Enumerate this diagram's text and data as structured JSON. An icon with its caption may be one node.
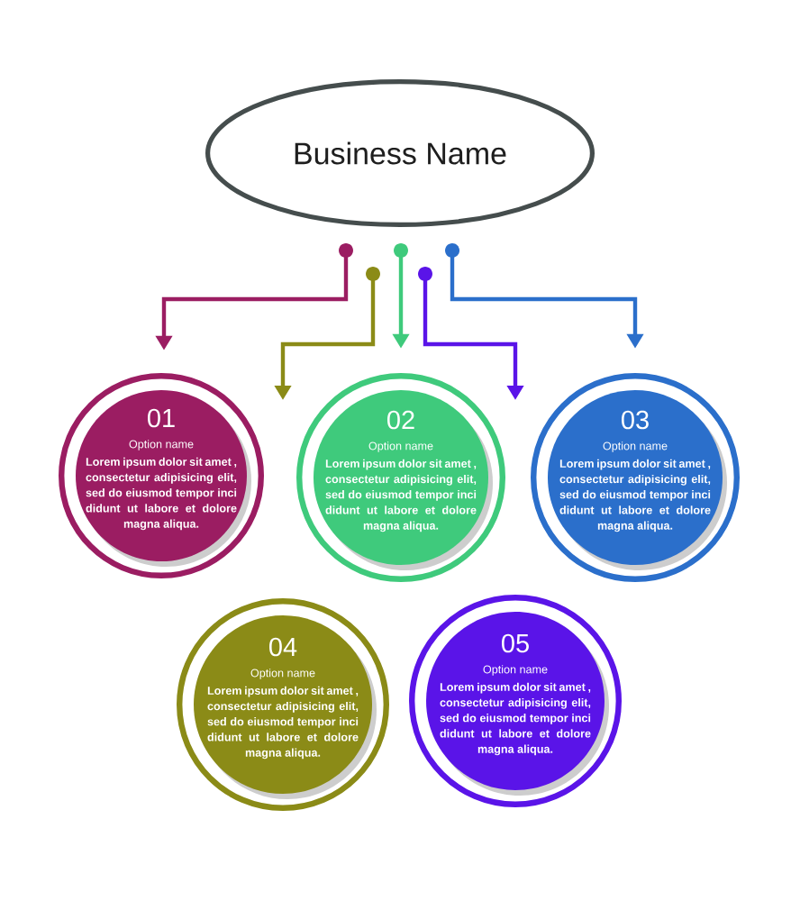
{
  "diagram": {
    "nodes": [
      {
        "text": [
          "Business Name"
        ]
      },
      {
        "text": [
          "01",
          "Option name",
          "Lorem ipsum dolor sit amet , consectetur adipisicing elit, sed do eiusmod tempor inci didunt ut labore et dolore magna aliqua."
        ]
      },
      {
        "text": [
          "02",
          "Option name",
          "Lorem ipsum dolor sit amet , consectetur adipisicing elit, sed do eiusmod tempor inci didunt ut labore et dolore magna aliqua."
        ]
      },
      {
        "text": [
          "03",
          "Option name",
          "Lorem ipsum dolor sit amet , consectetur adipisicing elit, sed do eiusmod tempor inci didunt ut labore et dolore magna aliqua."
        ]
      },
      {
        "text": [
          "04",
          "Option name",
          "Lorem ipsum dolor sit amet , consectetur adipisicing elit, sed do eiusmod tempor inci didunt ut labore et dolore magna aliqua."
        ]
      },
      {
        "text": [
          "05",
          "Option name",
          "Lorem ipsum dolor sit amet , consectetur adipisicing elit, sed do eiusmod tempor inci didunt ut labore et dolore magna aliqua."
        ]
      }
    ],
    "edges": [
      {
        "from": 0,
        "to": 1,
        "arrow": "to",
        "color": "#9b1d62"
      },
      {
        "from": 0,
        "to": 2,
        "arrow": "to",
        "color": "#3fca7c"
      },
      {
        "from": 0,
        "to": 3,
        "arrow": "to",
        "color": "#2b6fcb"
      },
      {
        "from": 0,
        "to": null,
        "arrow": "to",
        "color": "#8b8b17"
      },
      {
        "from": 0,
        "to": null,
        "arrow": "to",
        "color": "#5a14e8"
      }
    ]
  }
}
